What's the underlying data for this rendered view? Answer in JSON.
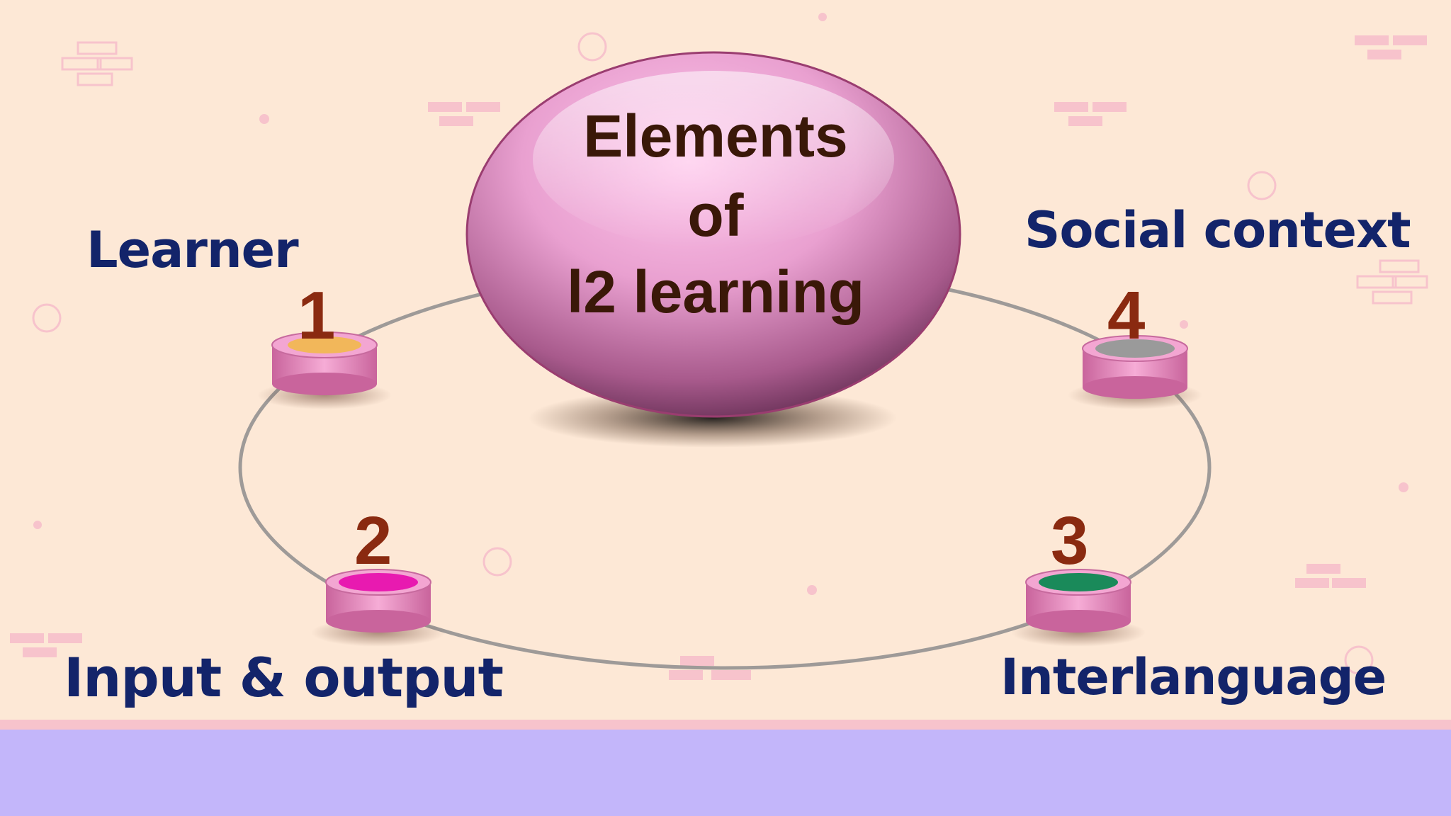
{
  "center": {
    "line1": "Elements",
    "line2": "of",
    "line3": "l2 learning"
  },
  "elements": [
    {
      "number": "1",
      "label": "Learner",
      "color": "#f2b75a"
    },
    {
      "number": "2",
      "label": "Input & output",
      "color": "#e81ab0"
    },
    {
      "number": "3",
      "label": "Interlanguage",
      "color": "#1a8a5a"
    },
    {
      "number": "4",
      "label": "Social context",
      "color": "#9a9a9a"
    }
  ],
  "colors": {
    "background": "#fde8d6",
    "footer": "#c3b6fa",
    "label_text": "#13246a",
    "number_text": "#8a2a10",
    "orb": "#d77fb8"
  }
}
